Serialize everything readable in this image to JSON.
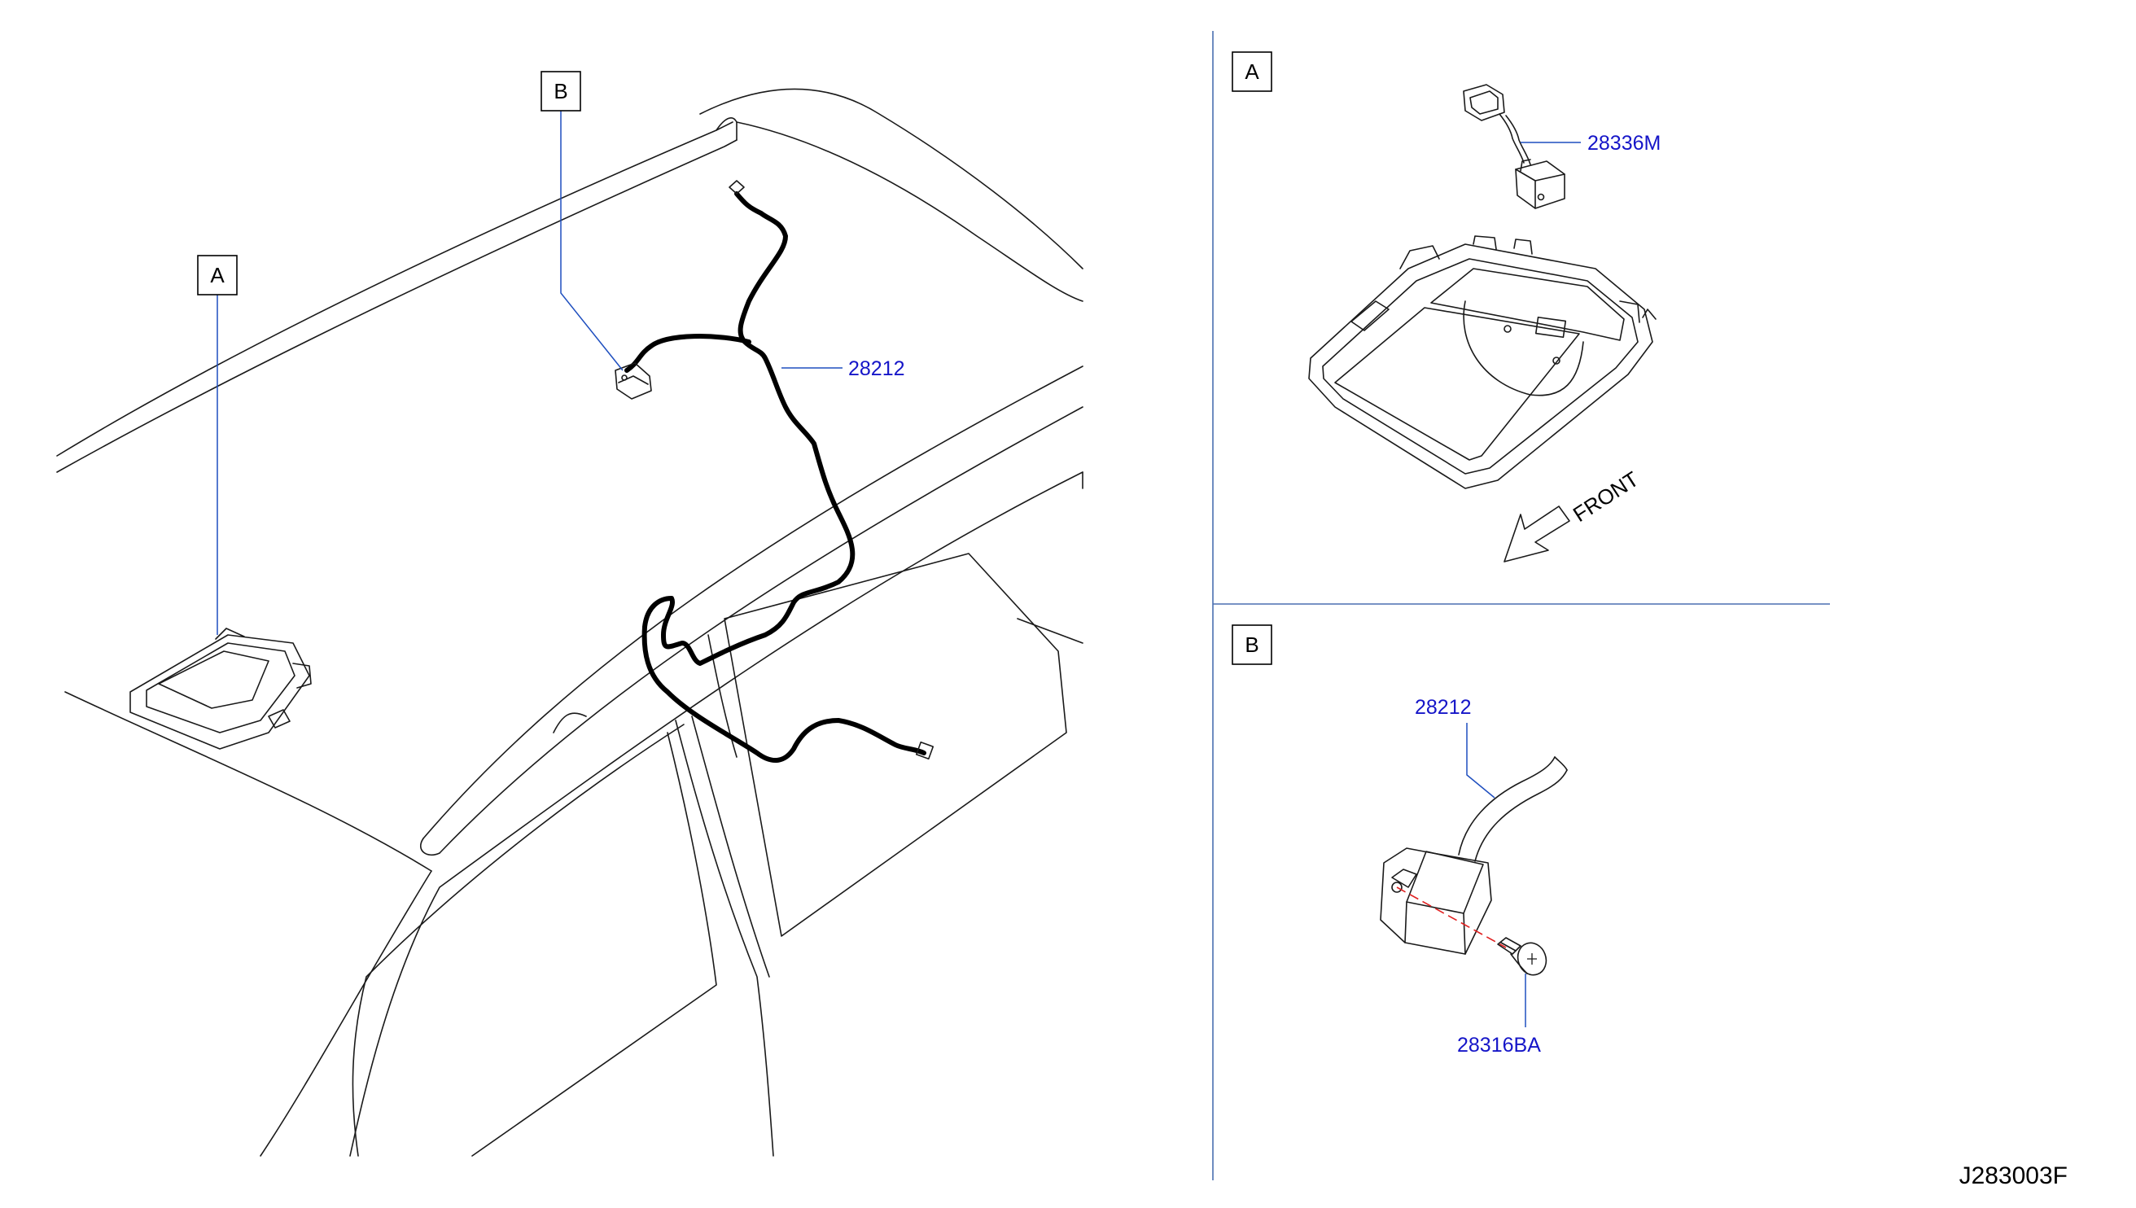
{
  "callouts": {
    "main_a": "A",
    "main_b": "B",
    "detail_a": "A",
    "detail_b": "B"
  },
  "parts": {
    "harness_main": "28212",
    "harness_detail": "28212",
    "map_lamp_harness": "28336M",
    "screw": "28316BA"
  },
  "direction": {
    "front": "FRONT"
  },
  "drawing_code": "J283003F",
  "colors": {
    "part_number": "#1515c8",
    "leader_line": "#1f4fbf",
    "divider": "#4a6fb0",
    "centerline": "#e02020"
  }
}
